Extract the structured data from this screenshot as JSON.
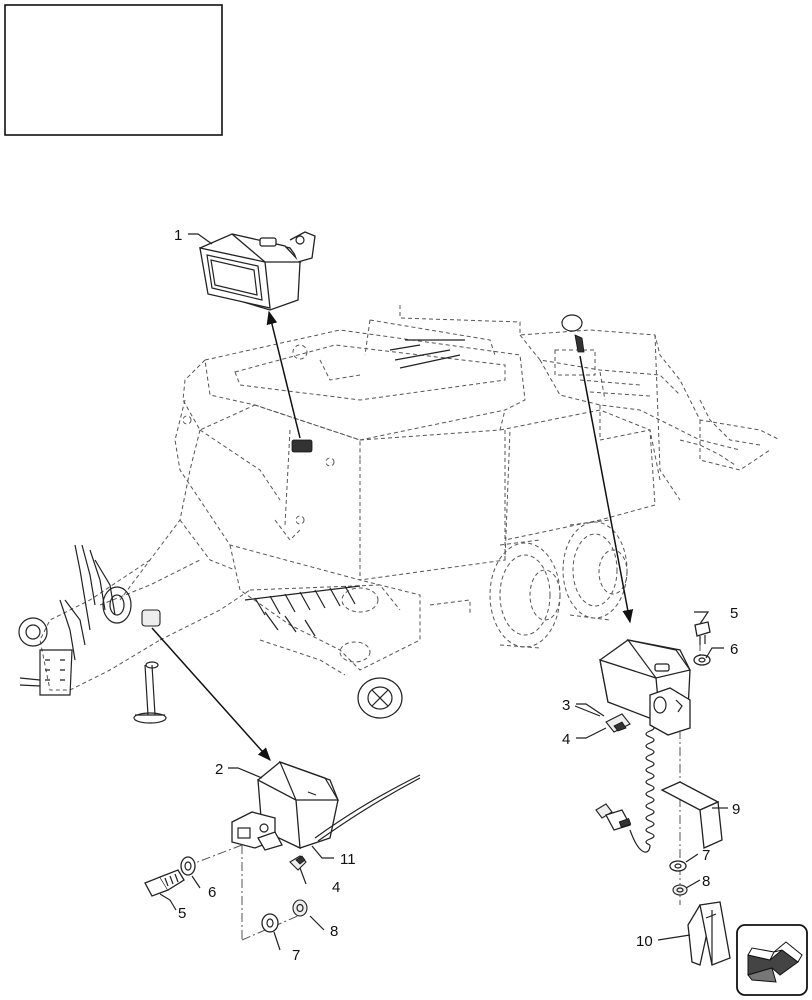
{
  "diagram": {
    "callouts": [
      {
        "id": "c1",
        "text": "1"
      },
      {
        "id": "c2",
        "text": "2"
      },
      {
        "id": "c3",
        "text": "3"
      },
      {
        "id": "c4a",
        "text": "4"
      },
      {
        "id": "c4b",
        "text": "4"
      },
      {
        "id": "c5a",
        "text": "5"
      },
      {
        "id": "c5b",
        "text": "5"
      },
      {
        "id": "c6a",
        "text": "6"
      },
      {
        "id": "c6b",
        "text": "6"
      },
      {
        "id": "c7a",
        "text": "7"
      },
      {
        "id": "c7b",
        "text": "7"
      },
      {
        "id": "c8a",
        "text": "8"
      },
      {
        "id": "c8b",
        "text": "8"
      },
      {
        "id": "c9",
        "text": "9"
      },
      {
        "id": "c10",
        "text": "10"
      },
      {
        "id": "c11",
        "text": "11"
      }
    ],
    "icons": {
      "nav": "return-arrow-icon"
    }
  }
}
